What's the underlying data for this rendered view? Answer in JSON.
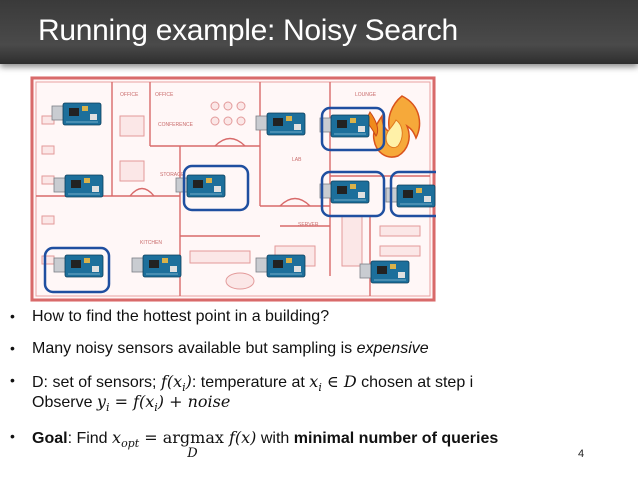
{
  "slide": {
    "title": "Running example: Noisy Search",
    "page_number": "4"
  },
  "floorplan": {
    "room_labels": [
      "OFFICE",
      "OFFICE",
      "CONFERENCE",
      "STORAGE",
      "LAB",
      "SERVER",
      "KITCHEN",
      "LOUNGE"
    ],
    "highlighted_sensor_color": "#1f4fa0",
    "wall_color": "#d86a6a",
    "fire_color": "#f08a1c"
  },
  "bullets": [
    {
      "text": "How to find the hottest point in a building?"
    },
    {
      "prefix": "Many noisy sensors available but sampling is ",
      "emph": "expensive"
    },
    {
      "part1": "D: set of sensors; ",
      "math1": "f(x",
      "math1_sub": "i",
      "math1_end": ")",
      "part2": ": temperature at ",
      "math2": "x",
      "math2_sub": "i",
      "math2_rel": " ∈ D",
      "part3": " chosen at step i",
      "line2_prefix": "Observe ",
      "math3": "y",
      "math3_sub": "i",
      "math3_rest": " = f(x",
      "math3_sub2": "i",
      "math3_end": ") + noise"
    },
    {
      "goal_label": "Goal",
      "goal_prefix": ": Find ",
      "math_var": "x",
      "math_sub": "opt",
      "math_eq": " = ",
      "argmax": "argmax",
      "argmax_under": "D",
      "math_f": " f(x)",
      "goal_mid": " with ",
      "goal_bold": "minimal number of queries"
    }
  ]
}
